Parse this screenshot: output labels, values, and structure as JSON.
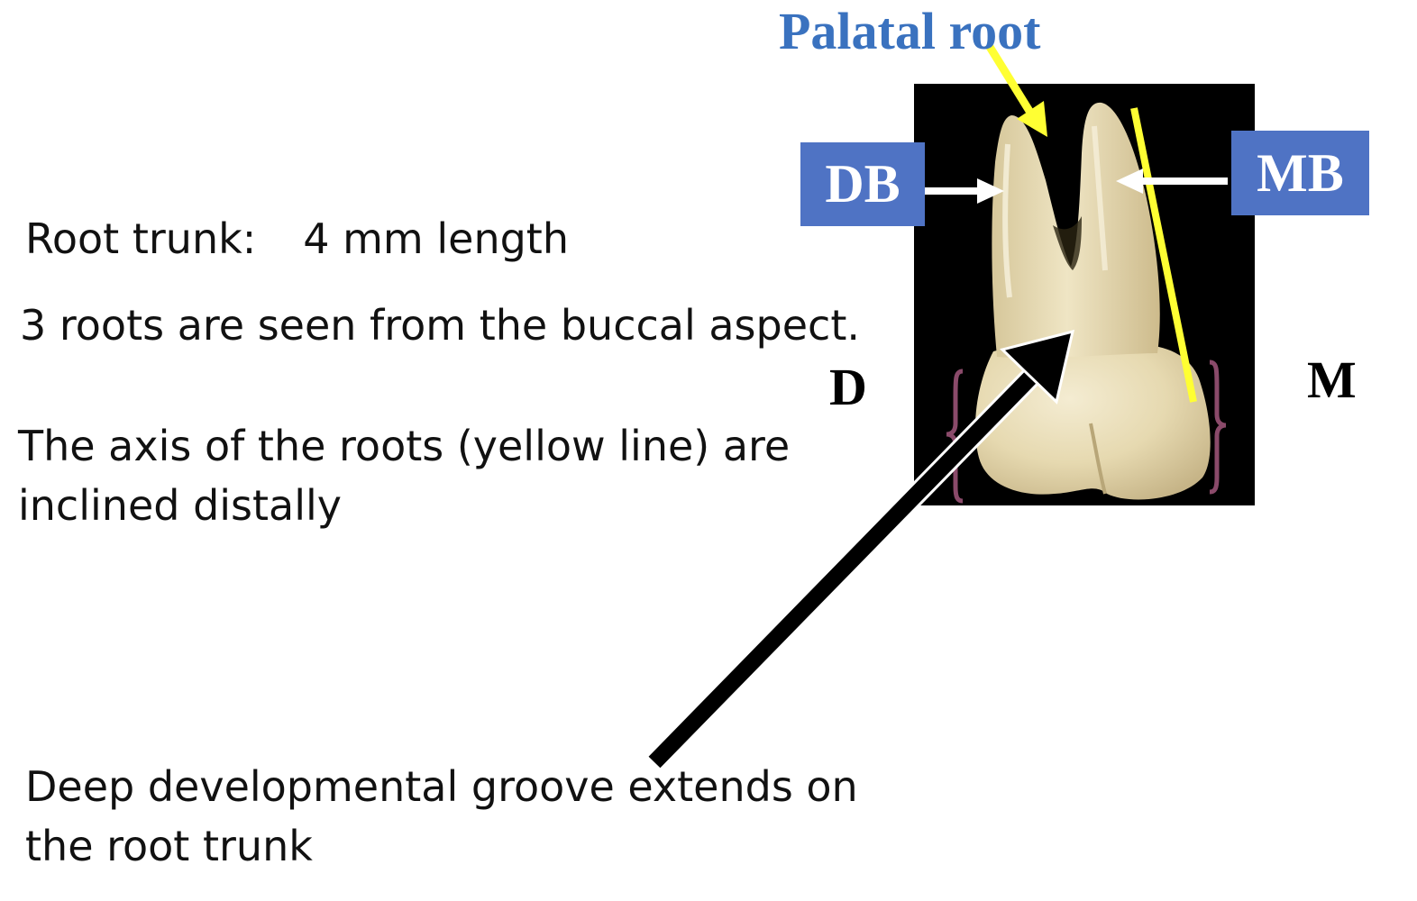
{
  "slide": {
    "root_trunk_label": "Root trunk:",
    "root_trunk_value": "4 mm length",
    "roots_seen": "3 roots are seen from the buccal aspect.",
    "axis_line1": "The axis of the roots (yellow line) are",
    "axis_line2": "inclined distally",
    "groove_line1": "Deep developmental groove extends on",
    "groove_line2": "the root  trunk"
  },
  "diagram": {
    "palatal_root": "Palatal root",
    "db_tag": "DB",
    "mb_tag": "MB",
    "distal": "D",
    "mesial": "M"
  },
  "colors": {
    "palatal_label": "#3a72bf",
    "tag_box": "#4f73c4",
    "axis_line": "#ffff33",
    "bracket": "#8a4a6a",
    "photo_background": "#000000"
  }
}
